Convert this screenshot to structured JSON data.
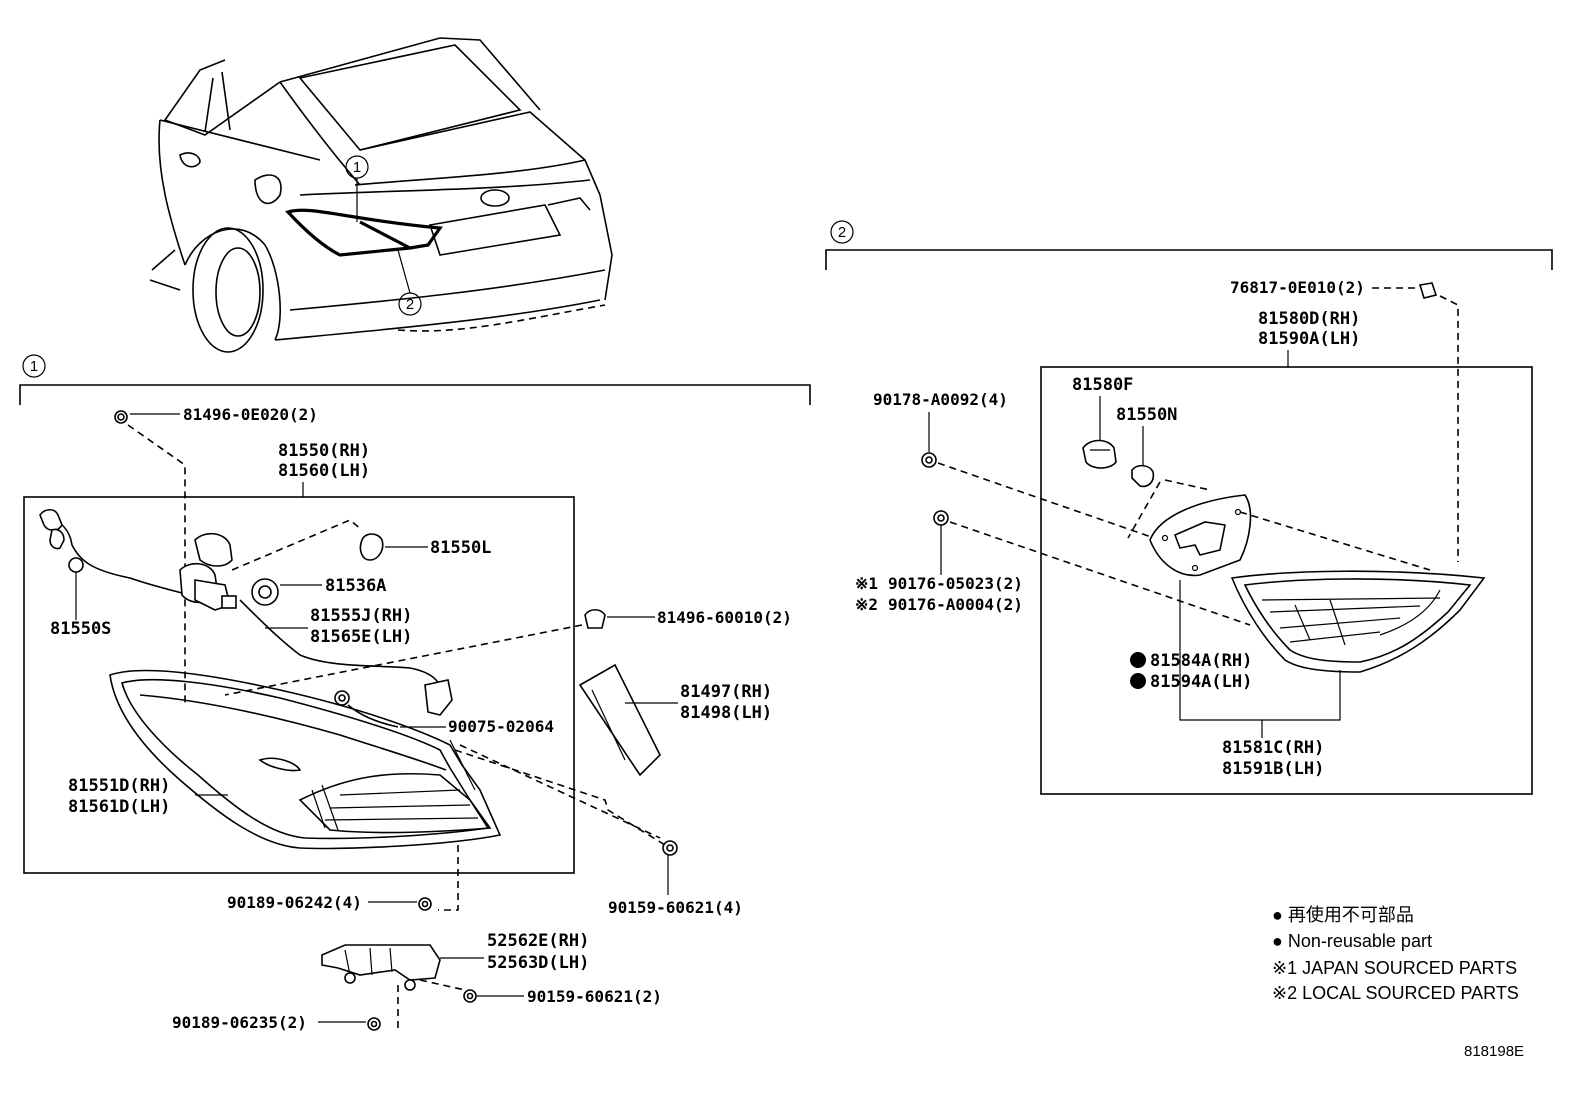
{
  "diagram": {
    "sections": [
      {
        "circle": "1"
      },
      {
        "circle": "2"
      }
    ],
    "car_callouts": [
      "1",
      "2"
    ],
    "section1": {
      "clip_top": "81496-0E020(2)",
      "assy_rh": "81550(RH)",
      "assy_lh": "81560(LH)",
      "bulb_l": "81550L",
      "socket_a": "81536A",
      "bulb_s": "81550S",
      "wire_rh": "81555J(RH)",
      "wire_lh": "81565E(LH)",
      "clip_side": "81496-60010(2)",
      "pad_rh": "81497(RH)",
      "pad_lh": "81498(LH)",
      "screw": "90075-02064",
      "lens_rh": "81551D(RH)",
      "lens_lh": "81561D(LH)",
      "nut_bottom": "90189-06242(4)",
      "bolt_right": "90159-60621(4)",
      "bracket_rh": "52562E(RH)",
      "bracket_lh": "52563D(LH)",
      "bolt_bracket": "90159-60621(2)",
      "nut_bracket": "90189-06235(2)"
    },
    "section2": {
      "cushion": "76817-0E010(2)",
      "assy_rh": "81580D(RH)",
      "assy_lh": "81590A(LH)",
      "nut_top": "90178-A0092(4)",
      "socket_f": "81580F",
      "bulb_n": "81550N",
      "note1_mark": "※1",
      "note1_part": "90176-05023(2)",
      "note2_mark": "※2",
      "note2_part": "90176-A0004(2)",
      "gasket_rh": "81584A(RH)",
      "gasket_lh": "81594A(LH)",
      "lens_rh": "81581C(RH)",
      "lens_lh": "81591B(LH)"
    },
    "legend": [
      "● 再使用不可部品",
      "● Non-reusable part",
      "※1 JAPAN SOURCED PARTS",
      "※2 LOCAL SOURCED PARTS"
    ],
    "drawing_ref": "818198E"
  }
}
